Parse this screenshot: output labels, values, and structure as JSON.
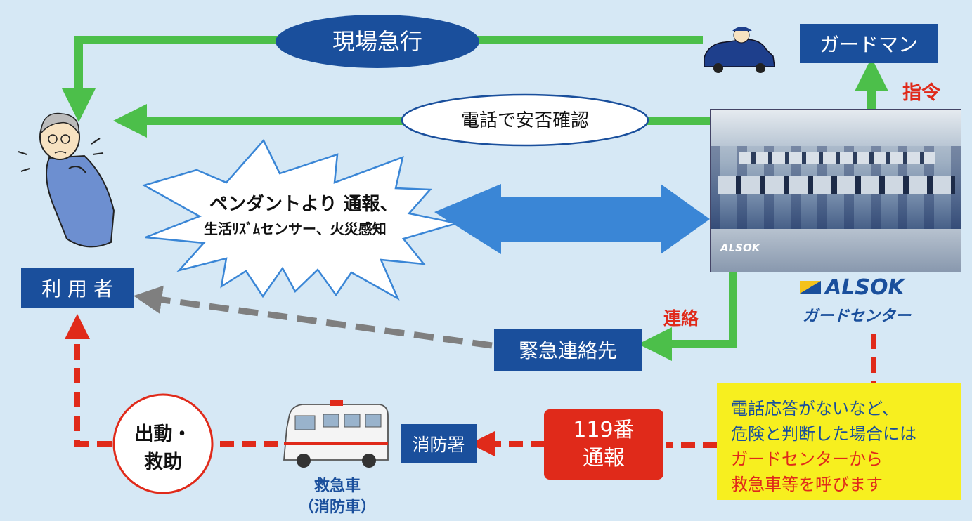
{
  "labels": {
    "rush_to_site": "現場急行",
    "guardman": "ガードマン",
    "command": "指令",
    "phone_check": "電話で安否確認",
    "pendant_line1": "ペンダントより 通報、",
    "pendant_line2": "生活ﾘｽﾞﾑセンサー、火災感知",
    "user": "利 用 者",
    "contact": "連絡",
    "emergency_contact": "緊急連絡先",
    "alsok_logo": "ALSOK",
    "guard_center": "ガードセンター",
    "dispatch_rescue_1": "出動・",
    "dispatch_rescue_2": "救助",
    "ambulance_1": "救急車",
    "ambulance_2": "（消防車）",
    "fire_station": "消防署",
    "call_119_1": "119番",
    "call_119_2": "通報",
    "note_line1": "電話応答がないなど、",
    "note_line2": "危険と判断した場合には",
    "note_line3": "ガードセンターから",
    "note_line4": "救急車等を呼びます",
    "photo_sign": "ALSOK"
  },
  "colors": {
    "background": "#d6e8f5",
    "navy_box": "#1a4f9c",
    "green_arrow": "#4cbf4a",
    "blue_arrow": "#3a86d6",
    "red": "#e02a1a",
    "gray_dash": "#7f7f7f",
    "yellow_note": "#f7ef1f"
  },
  "icons": {
    "user": "elderly-person-icon",
    "guard": "guard-car-icon",
    "ambulance": "ambulance-icon",
    "photo": "control-room-photo"
  }
}
